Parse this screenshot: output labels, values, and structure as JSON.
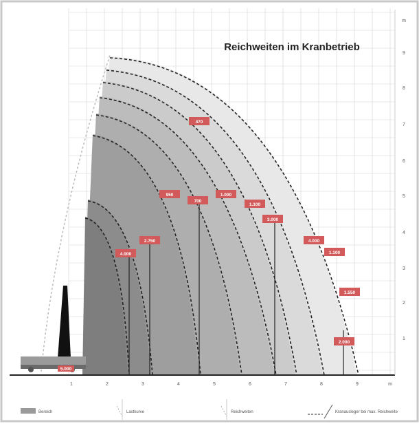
{
  "title": "Reichweiten im Kranbetrieb",
  "x_ticks": [
    "1",
    "2",
    "3",
    "4",
    "5",
    "6",
    "7",
    "8",
    "9",
    "m"
  ],
  "y_ticks": [
    "m",
    "9",
    "8",
    "7",
    "6",
    "5",
    "4",
    "3",
    "2",
    "1"
  ],
  "load_tags": [
    "470",
    "950",
    "1.000",
    "1.100",
    "700",
    "2.750",
    "3.000",
    "4.000",
    "4.000",
    "1.100",
    "1.550",
    "2.000",
    "5.000"
  ],
  "legend": {
    "item1": "Bereich",
    "item2": "Lastkurve",
    "item3": "Reichweiten",
    "item4": "Kranausleger bei max. Reichweite"
  },
  "colors": {
    "accent": "#d25a5a",
    "zone_dark": "#8a8a8a",
    "zone_light": "#e6e6e6",
    "grid": "#d4d4d4"
  }
}
